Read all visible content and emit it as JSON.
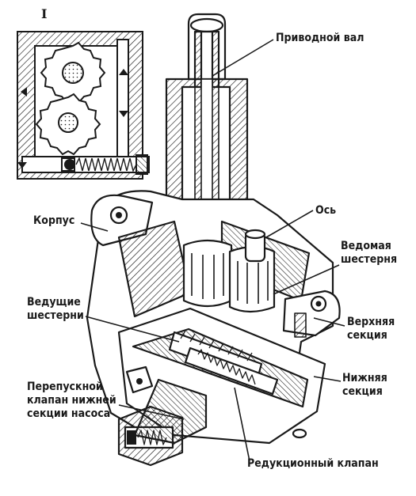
{
  "inset": {
    "label": "I"
  },
  "labels": {
    "drive_shaft": "Приводной вал",
    "axle": "Ось",
    "housing": "Корпус",
    "driven_gear": [
      "Ведомая",
      "шестерня"
    ],
    "drive_gears": [
      "Ведущие",
      "шестерни"
    ],
    "upper_section": [
      "Верхняя",
      "секция"
    ],
    "lower_section": [
      "Нижняя",
      "секция"
    ],
    "bypass_valve": [
      "Перепускной",
      "клапан нижней",
      "секции насоса"
    ],
    "reducing_valve": "Редукционный клапан"
  },
  "colors": {
    "ink": "#1a1a1a",
    "paper": "#ffffff"
  }
}
